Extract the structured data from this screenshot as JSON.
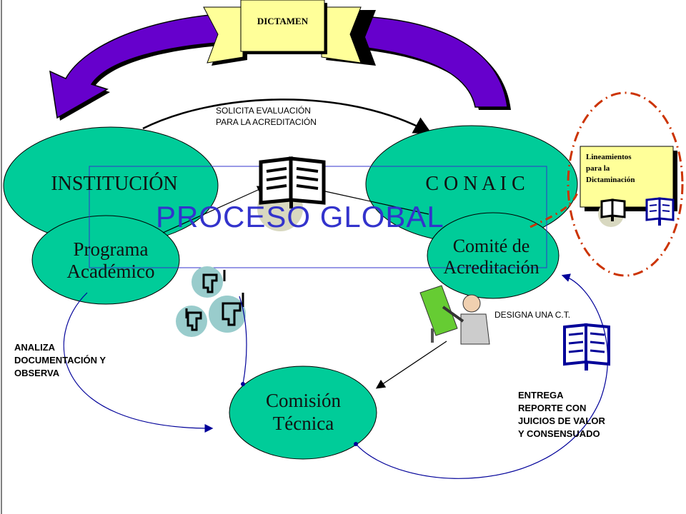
{
  "title": "PROCESO GLOBAL",
  "banner": {
    "label": "DICTAMEN"
  },
  "nodes": {
    "institucion": "INSTITUCIÓN",
    "conaic": "C O N A I C",
    "programa": "Programa\nAcadémico",
    "comite": "Comité de\nAcreditación",
    "comision": "Comisión\nTécnica"
  },
  "notes": {
    "solicita": "SOLICITA EVALUACIÓN\nPARA LA ACREDITACIÓN",
    "designa": "DESIGNA UNA C.T.",
    "analiza": "ANALIZA\nDOCUMENTACIÓN Y\nOBSERVA",
    "entrega": "ENTREGA\nREPORTE CON\nJUICIOS DE VALOR\nY CONSENSUADO"
  },
  "lineamientos": "Lineamientos\npara la\nDictaminación",
  "colors": {
    "ellipse": "#00CC99",
    "arrow_band": "#6600CC",
    "banner": "#FFFF99",
    "arrows": "#000000",
    "curve_arrows": "#000099",
    "dash_circle": "#CC3300",
    "title": "#3333CC"
  },
  "icons": [
    "book-icon",
    "person-at-board-icon",
    "reading-people-icon",
    "document-icon"
  ]
}
